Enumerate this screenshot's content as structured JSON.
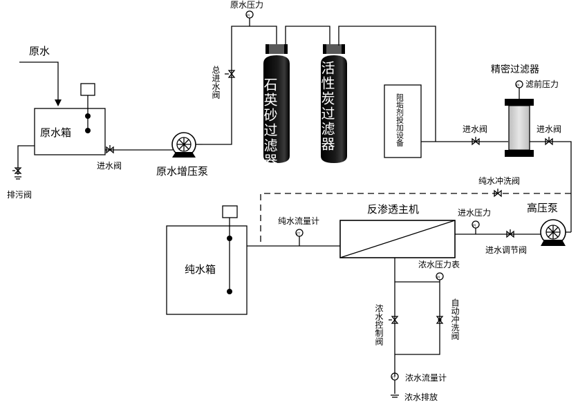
{
  "labels": {
    "raw_water": "原水",
    "raw_water_pressure": "原水压力",
    "raw_water_tank": "原水箱",
    "inlet_valve_left": "进水阀",
    "drain_valve": "排污阀",
    "booster_pump": "原水增压泵",
    "main_inlet_valve": "总进水阀",
    "sand_filter": "石英砂过滤器",
    "carbon_filter": "活性炭过滤器",
    "antiscalant_device": "阻垢剂投加设备",
    "precision_filter": "精密过滤器",
    "pre_filter_pressure": "滤前压力",
    "inlet_valve_mid": "进水阀",
    "inlet_valve_right": "进水阀",
    "flush_valve": "纯水冲洗阀",
    "high_pressure_pump": "高压泵",
    "ro_unit": "反渗透主机",
    "inlet_pressure": "进水压力",
    "inlet_regulating_valve": "进水调节阀",
    "pure_flowmeter": "纯水流量计",
    "pure_water_tank": "纯水箱",
    "concentrate_pressure_gauge": "浓水压力表",
    "concentrate_control_valve": "浓水控制阀",
    "auto_flush_valve": "自动冲洗阀",
    "concentrate_flowmeter": "浓水流量计",
    "concentrate_discharge": "浓水排放",
    "gauge_mark": "PI",
    "flow_mark": "FT"
  },
  "colors": {
    "tank_fill": "#0d0d0d",
    "filter_glass": "#d9d9d9",
    "line": "#000000"
  }
}
